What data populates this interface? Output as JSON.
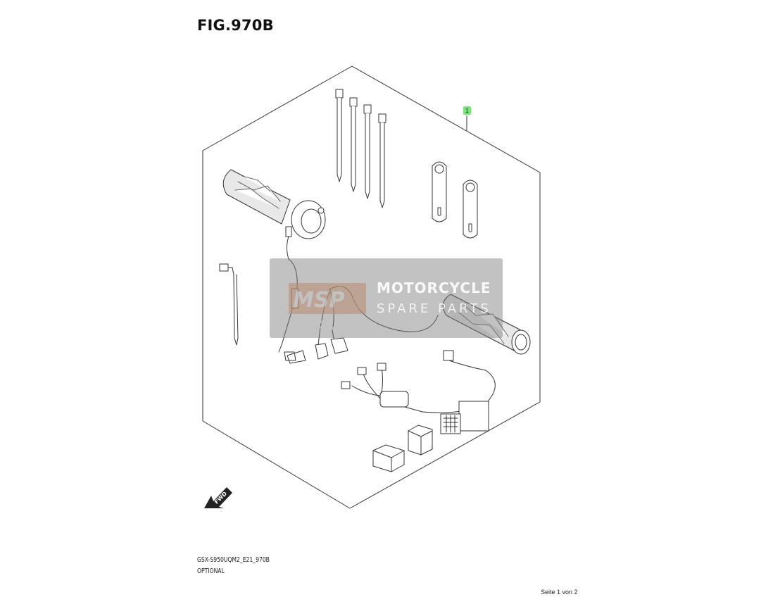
{
  "figure": {
    "title": "FIG.970B",
    "callout_number": "1",
    "diagram_code": "GSX-S950UQM2_E21_970B",
    "category": "OPTIONAL",
    "page": "Seite 1 von 2",
    "direction_label": "FWD"
  },
  "watermark": {
    "logo_text": "MSP",
    "line1": "MOTORCYCLE",
    "line2": "SPARE PARTS"
  },
  "colors": {
    "outline": "#333333",
    "callout": "#7de27d",
    "watermark_band": "#8a8a8a",
    "watermark_logo": "#f0a070"
  }
}
